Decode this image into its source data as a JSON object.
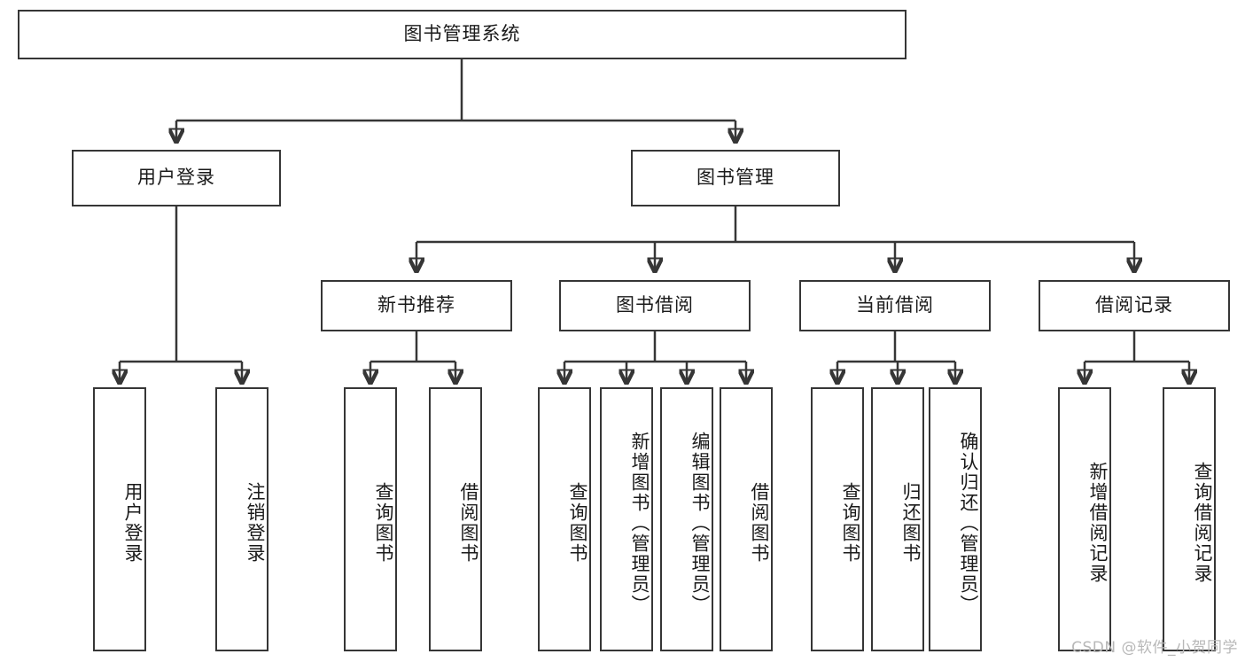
{
  "diagram": {
    "title_node": {
      "id": "root",
      "label": "图书管理系统"
    },
    "level2": [
      {
        "id": "user-login",
        "label": "用户登录"
      },
      {
        "id": "book-management",
        "label": "图书管理"
      }
    ],
    "level3": [
      {
        "id": "new-book-recommend",
        "label": "新书推荐"
      },
      {
        "id": "book-borrow",
        "label": "图书借阅"
      },
      {
        "id": "current-borrow",
        "label": "当前借阅"
      },
      {
        "id": "borrow-record",
        "label": "借阅记录"
      }
    ],
    "leaves": [
      {
        "id": "leaf-user-login",
        "label": "用户登录",
        "parent": "user-login"
      },
      {
        "id": "leaf-logout-login",
        "label": "注销登录",
        "parent": "user-login"
      },
      {
        "id": "leaf-query-book-1",
        "label": "查询图书",
        "parent": "new-book-recommend"
      },
      {
        "id": "leaf-borrow-book-1",
        "label": "借阅图书",
        "parent": "new-book-recommend"
      },
      {
        "id": "leaf-query-book-2",
        "label": "查询图书",
        "parent": "book-borrow"
      },
      {
        "id": "leaf-add-book",
        "label": "新增图书（管理员）",
        "parent": "book-borrow"
      },
      {
        "id": "leaf-edit-book",
        "label": "编辑图书（管理员）",
        "parent": "book-borrow"
      },
      {
        "id": "leaf-borrow-book-2",
        "label": "借阅图书",
        "parent": "book-borrow"
      },
      {
        "id": "leaf-query-book-3",
        "label": "查询图书",
        "parent": "current-borrow"
      },
      {
        "id": "leaf-return-book",
        "label": "归还图书",
        "parent": "current-borrow"
      },
      {
        "id": "leaf-confirm-return",
        "label": "确认归还（管理员）",
        "parent": "current-borrow"
      },
      {
        "id": "leaf-add-record",
        "label": "新增借阅记录",
        "parent": "borrow-record"
      },
      {
        "id": "leaf-query-record",
        "label": "查询借阅记录",
        "parent": "borrow-record"
      }
    ]
  },
  "watermark": {
    "text": "CSDN @软件_小贺同学"
  },
  "colors": {
    "stroke": "#363636",
    "background": "#ffffff",
    "text": "#1a1a1a",
    "watermark": "#b8b8b8"
  }
}
